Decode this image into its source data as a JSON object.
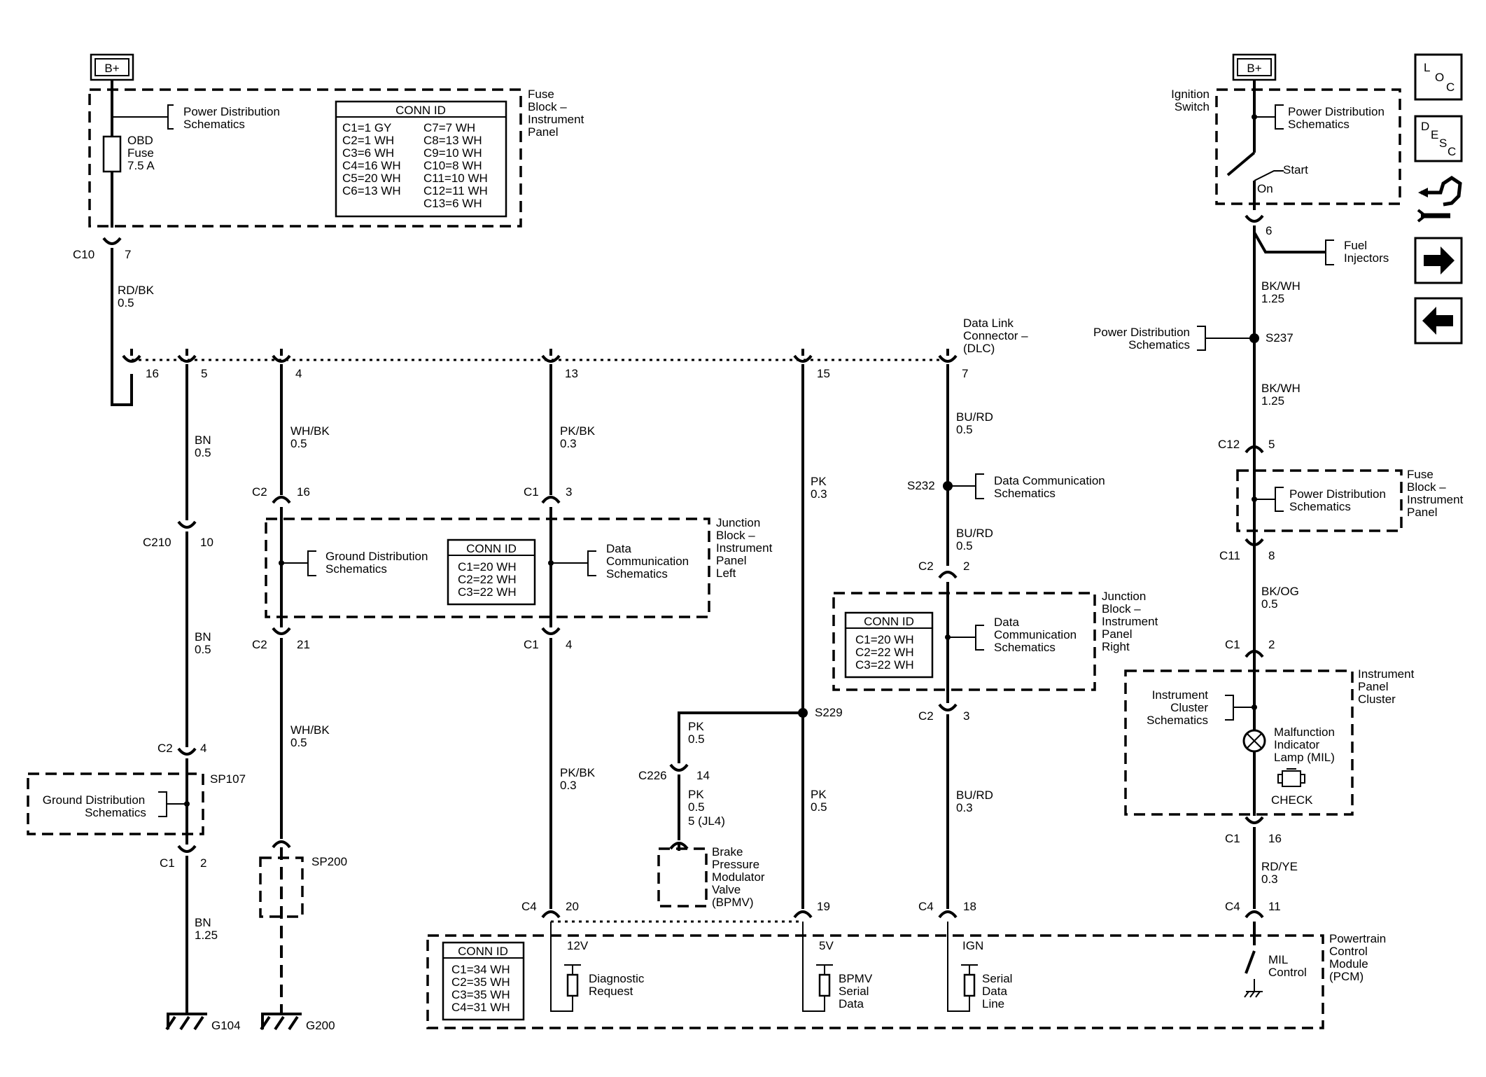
{
  "labels": {
    "bplus_left": "B+",
    "bplus_right": "B+",
    "pd_schem_1a": "Power Distribution",
    "pd_schem_1b": "Schematics",
    "obd_fuse_a": "OBD",
    "obd_fuse_b": "Fuse",
    "obd_fuse_c": "7.5 A",
    "fuse_block_left_a": "Fuse",
    "fuse_block_left_b": "Block –",
    "fuse_block_left_c": "Instrument",
    "fuse_block_left_d": "Panel",
    "c10": "C10",
    "c10_pin": "7",
    "rdbk_a": "RD/BK",
    "rdbk_b": "0.5",
    "dlc_a": "Data Link",
    "dlc_b": "Connector –",
    "dlc_c": "(DLC)",
    "pin16": "16",
    "pin5": "5",
    "pin4": "4",
    "pin13": "13",
    "pin15": "15",
    "pin7": "7",
    "bn1_a": "BN",
    "bn1_b": "0.5",
    "whbk1_a": "WH/BK",
    "whbk1_b": "0.5",
    "pkbk1_a": "PK/BK",
    "pkbk1_b": "0.3",
    "pk1_a": "PK",
    "pk1_b": "0.3",
    "burd1_a": "BU/RD",
    "burd1_b": "0.5",
    "c2_16": "C2",
    "c2_16_pin": "16",
    "c1_3": "C1",
    "c1_3_pin": "3",
    "c210": "C210",
    "c210_pin": "10",
    "gd_schem_a": "Ground Distribution",
    "gd_schem_b": "Schematics",
    "dc_schem_l_a": "Data",
    "dc_schem_l_b": "Communication",
    "dc_schem_l_c": "Schematics",
    "jb_left_a": "Junction",
    "jb_left_b": "Block –",
    "jb_left_c": "Instrument",
    "jb_left_d": "Panel",
    "jb_left_e": "Left",
    "s232": "S232",
    "dc_schem_m_a": "Data Communication",
    "dc_schem_m_b": "Schematics",
    "burd2_a": "BU/RD",
    "burd2_b": "0.5",
    "c2_2": "C2",
    "c2_2_pin": "2",
    "dc_schem_r_a": "Data",
    "dc_schem_r_b": "Communication",
    "dc_schem_r_c": "Schematics",
    "jb_right_a": "Junction",
    "jb_right_b": "Block –",
    "jb_right_c": "Instrument",
    "jb_right_d": "Panel",
    "jb_right_e": "Right",
    "c2_21": "C2",
    "c2_21_pin": "21",
    "c1_4": "C1",
    "c1_4_pin": "4",
    "bn2_a": "BN",
    "bn2_b": "0.5",
    "whbk2_a": "WH/BK",
    "whbk2_b": "0.5",
    "s229": "S229",
    "pk2_a": "PK",
    "pk2_b": "0.5",
    "c2_3": "C2",
    "c2_3_pin": "3",
    "c2_4": "C2",
    "c2_4_pin": "4",
    "sp107": "SP107",
    "gd_schem2_a": "Ground Distribution",
    "gd_schem2_b": "Schematics",
    "pkbk2_a": "PK/BK",
    "pkbk2_b": "0.3",
    "c226": "C226",
    "c226_pin": "14",
    "pk3_a": "PK",
    "pk3_b": "0.5",
    "jl4": "5 (JL4)",
    "pk4_a": "PK",
    "pk4_b": "0.5",
    "burd3_a": "BU/RD",
    "burd3_b": "0.3",
    "c1_2": "C1",
    "c1_2_pin": "2",
    "sp200": "SP200",
    "bpmv_a": "Brake",
    "bpmv_b": "Pressure",
    "bpmv_c": "Modulator",
    "bpmv_d": "Valve",
    "bpmv_e": "(BPMV)",
    "bn3_a": "BN",
    "bn3_b": "1.25",
    "c4_20": "C4",
    "c4_20_pin": "20",
    "c4_19_pin": "19",
    "c4_18": "C4",
    "c4_18_pin": "18",
    "v12": "12V",
    "v5": "5V",
    "ign": "IGN",
    "diag_a": "Diagnostic",
    "diag_b": "Request",
    "bpmv_ser_a": "BPMV",
    "bpmv_ser_b": "Serial",
    "bpmv_ser_c": "Data",
    "sdl_a": "Serial",
    "sdl_b": "Data",
    "sdl_c": "Line",
    "g104": "G104",
    "g200": "G200",
    "ign_sw_a": "Ignition",
    "ign_sw_b": "Switch",
    "pd_schem_2a": "Power Distribution",
    "pd_schem_2b": "Schematics",
    "start": "Start",
    "on": "On",
    "pin6": "6",
    "fuel_a": "Fuel",
    "fuel_b": "Injectors",
    "bkwh1_a": "BK/WH",
    "bkwh1_b": "1.25",
    "pd_schem_3a": "Power Distribution",
    "pd_schem_3b": "Schematics",
    "s237": "S237",
    "bkwh2_a": "BK/WH",
    "bkwh2_b": "1.25",
    "c12": "C12",
    "c12_pin": "5",
    "pd_schem_4a": "Power Distribution",
    "pd_schem_4b": "Schematics",
    "fuse_block_right_a": "Fuse",
    "fuse_block_right_b": "Block –",
    "fuse_block_right_c": "Instrument",
    "fuse_block_right_d": "Panel",
    "c11": "C11",
    "c11_pin": "8",
    "bkog_a": "BK/OG",
    "bkog_b": "0.5",
    "c1_r2": "C1",
    "c1_r2_pin": "2",
    "ipc_a": "Instrument",
    "ipc_b": "Panel",
    "ipc_c": "Cluster",
    "ic_schem_a": "Instrument",
    "ic_schem_b": "Cluster",
    "ic_schem_c": "Schematics",
    "mil_a": "Malfunction",
    "mil_b": "Indicator",
    "mil_c": "Lamp (MIL)",
    "check": "CHECK",
    "c1_16": "C1",
    "c1_16_pin": "16",
    "rdye_a": "RD/YE",
    "rdye_b": "0.3",
    "c4_11": "C4",
    "c4_11_pin": "11",
    "mil_ctl_a": "MIL",
    "mil_ctl_b": "Control",
    "pcm_a": "Powertrain",
    "pcm_b": "Control",
    "pcm_c": "Module",
    "pcm_d": "(PCM)"
  },
  "conn_tables": {
    "fuse_block": {
      "header": "CONN ID",
      "left": [
        "C1=1 GY",
        "C2=1 WH",
        "C3=6 WH",
        "C4=16 WH",
        "C5=20 WH",
        "C6=13 WH"
      ],
      "right": [
        "C7=7 WH",
        "C8=13 WH",
        "C9=10 WH",
        "C10=8 WH",
        "C11=10 WH",
        "C12=11 WH",
        "C13=6 WH"
      ]
    },
    "jb_left": {
      "header": "CONN ID",
      "rows": [
        "C1=20 WH",
        "C2=22 WH",
        "C3=22 WH"
      ]
    },
    "jb_right": {
      "header": "CONN ID",
      "rows": [
        "C1=20 WH",
        "C2=22 WH",
        "C3=22 WH"
      ]
    },
    "pcm": {
      "header": "CONN ID",
      "rows": [
        "C1=34 WH",
        "C2=35 WH",
        "C3=35 WH",
        "C4=31 WH"
      ]
    }
  },
  "nav": {
    "loc_l": "L",
    "loc_o": "O",
    "loc_c": "C",
    "desc_d": "D",
    "desc_e": "E",
    "desc_s": "S",
    "desc_c": "C",
    "icons": [
      "loc-icon",
      "desc-icon",
      "tools-icon",
      "next-arrow-icon",
      "back-arrow-icon"
    ]
  }
}
